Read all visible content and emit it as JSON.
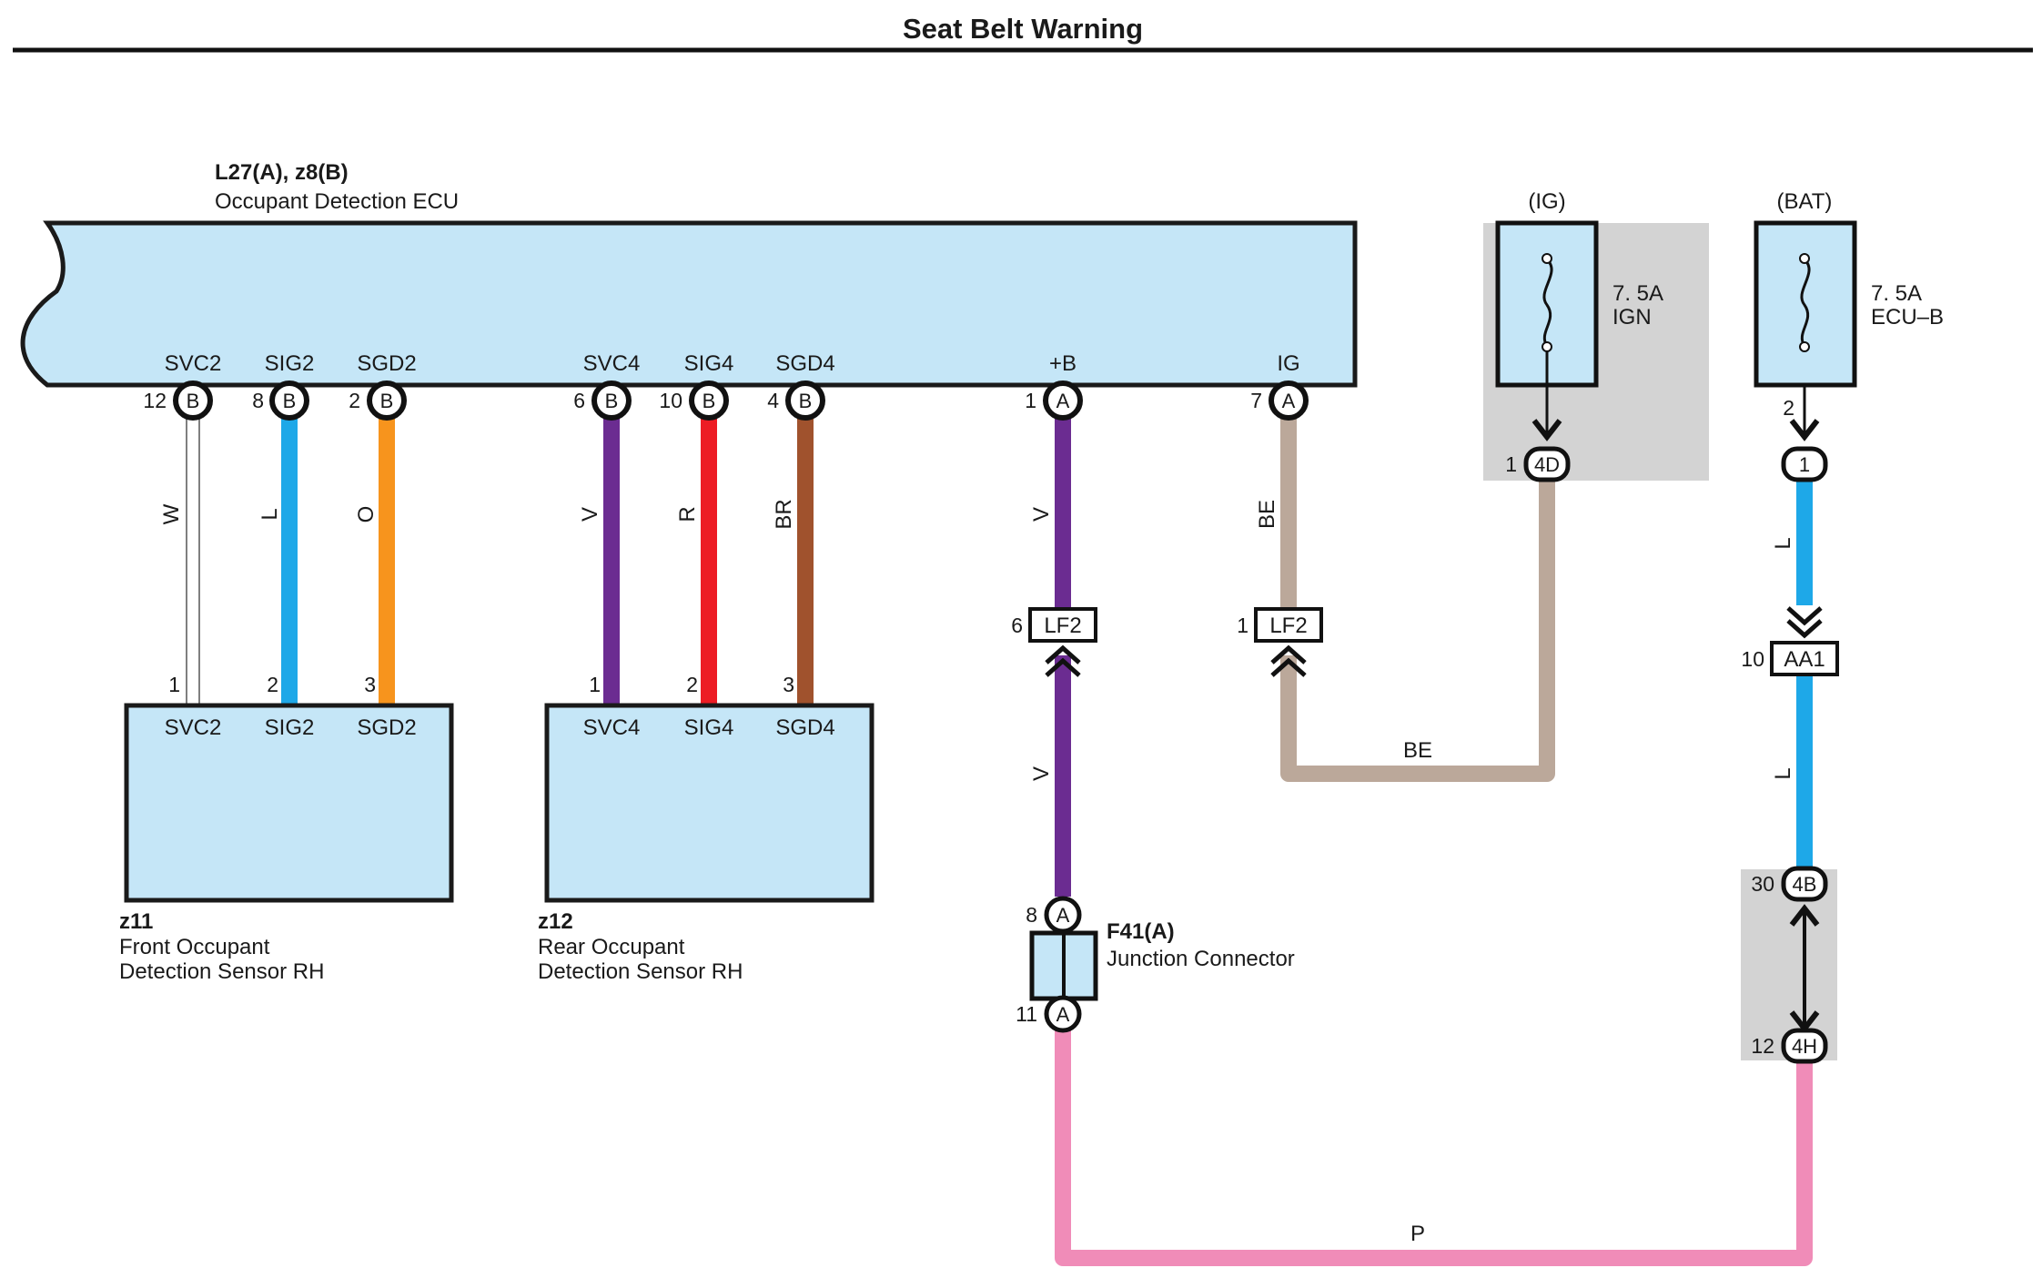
{
  "title": "Seat Belt Warning",
  "ecu": {
    "code": "L27(A), z8(B)",
    "name": "Occupant Detection ECU",
    "pins": [
      {
        "label": "SVC2",
        "num": "12",
        "conn": "B"
      },
      {
        "label": "SIG2",
        "num": "8",
        "conn": "B"
      },
      {
        "label": "SGD2",
        "num": "2",
        "conn": "B"
      },
      {
        "label": "SVC4",
        "num": "6",
        "conn": "B"
      },
      {
        "label": "SIG4",
        "num": "10",
        "conn": "B"
      },
      {
        "label": "SGD4",
        "num": "4",
        "conn": "B"
      },
      {
        "label": "+B",
        "num": "1",
        "conn": "A"
      },
      {
        "label": "IG",
        "num": "7",
        "conn": "A"
      }
    ]
  },
  "sensor_front": {
    "code": "z11",
    "line1": "Front Occupant",
    "line2": "Detection Sensor RH",
    "pins": [
      {
        "label": "SVC2",
        "num": "1"
      },
      {
        "label": "SIG2",
        "num": "2"
      },
      {
        "label": "SGD2",
        "num": "3"
      }
    ]
  },
  "sensor_rear": {
    "code": "z12",
    "line1": "Rear Occupant",
    "line2": "Detection Sensor RH",
    "pins": [
      {
        "label": "SVC4",
        "num": "1"
      },
      {
        "label": "SIG4",
        "num": "2"
      },
      {
        "label": "SGD4",
        "num": "3"
      }
    ]
  },
  "wires": {
    "svc2": "W",
    "sig2": "L",
    "sgd2": "O",
    "svc4": "V",
    "sig4": "R",
    "sgd4": "BR",
    "b_upper": "V",
    "b_lower": "V",
    "ig_up": "BE",
    "ig_bottom": "BE",
    "bat_upper": "L",
    "bat_lower": "L",
    "ground_run": "P"
  },
  "connectors": {
    "lf2_b": {
      "name": "LF2",
      "num": "6"
    },
    "lf2_ig": {
      "name": "LF2",
      "num": "1"
    },
    "aa1": {
      "name": "AA1",
      "num": "10"
    }
  },
  "fuse_ig": {
    "header": "(IG)",
    "rating": "7. 5A",
    "name": "IGN",
    "out_num": "1",
    "out_conn": "4D"
  },
  "fuse_bat": {
    "header": "(BAT)",
    "rating": "7. 5A",
    "name": "ECU–B",
    "pin_num": "2",
    "out_conn": "1"
  },
  "junction": {
    "code": "F41(A)",
    "name": "Junction Connector",
    "top_num": "8",
    "top_conn": "A",
    "bot_num": "11",
    "bot_conn": "A"
  },
  "jb": {
    "top_num": "30",
    "top_conn": "4B",
    "bot_num": "12",
    "bot_conn": "4H"
  },
  "colors": {
    "ecu_fill": "#c5e6f7",
    "wire_w": "#ffffff",
    "wire_l": "#1ea8e8",
    "wire_o": "#f7941d",
    "wire_v": "#6b2c91",
    "wire_r": "#ed1c24",
    "wire_br": "#a0522d",
    "wire_be": "#bba89a",
    "wire_p": "#f08cb8",
    "gray_box": "#d3d3d3"
  }
}
